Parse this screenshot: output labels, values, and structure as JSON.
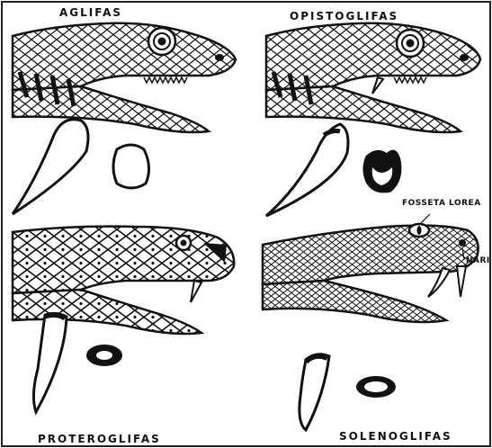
{
  "labels": {
    "aglifas": "AGLIFAS",
    "opistoglifas": "OPISTOGLIFAS",
    "proteroglifas": "PROTEROGLIFAS",
    "solenoglifas": "SOLENOGLIFAS",
    "fosseta_loreal": "FOSSETA LOREA",
    "nari": "NARI"
  },
  "colors": {
    "ink": "#111111",
    "paper": "#ffffff",
    "frame": "#222222"
  }
}
